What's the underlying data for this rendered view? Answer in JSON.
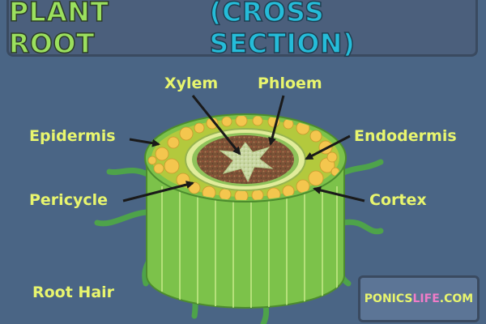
{
  "title": {
    "main": "PLANT ROOT",
    "sub": "(CROSS SECTION)"
  },
  "labels": {
    "xylem": "Xylem",
    "phloem": "Phloem",
    "epidermis": "Epidermis",
    "endodermis": "Endodermis",
    "pericycle": "Pericycle",
    "cortex": "Cortex",
    "root_hair": "Root Hair"
  },
  "brand": {
    "part1": "PONICS",
    "part2": "LIFE",
    "part3": ".COM"
  },
  "colors": {
    "background": "#4a6585",
    "label_text": "#e8f56e",
    "epidermis": "#7cc24a",
    "cortex_fill": "#b3c93d",
    "cortex_cells": "#f4c64e",
    "stele_ring": "#c8e48a",
    "stele_core": "#8a5a3c",
    "xylem": "#c8d8a4",
    "root_hair": "#4ea34a"
  }
}
